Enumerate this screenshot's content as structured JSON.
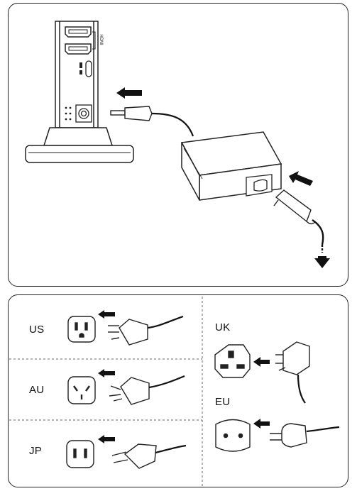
{
  "port_labels": {
    "hdmi": "HDMI"
  },
  "regions": {
    "us": "US",
    "au": "AU",
    "jp": "JP",
    "uk": "UK",
    "eu": "EU"
  }
}
